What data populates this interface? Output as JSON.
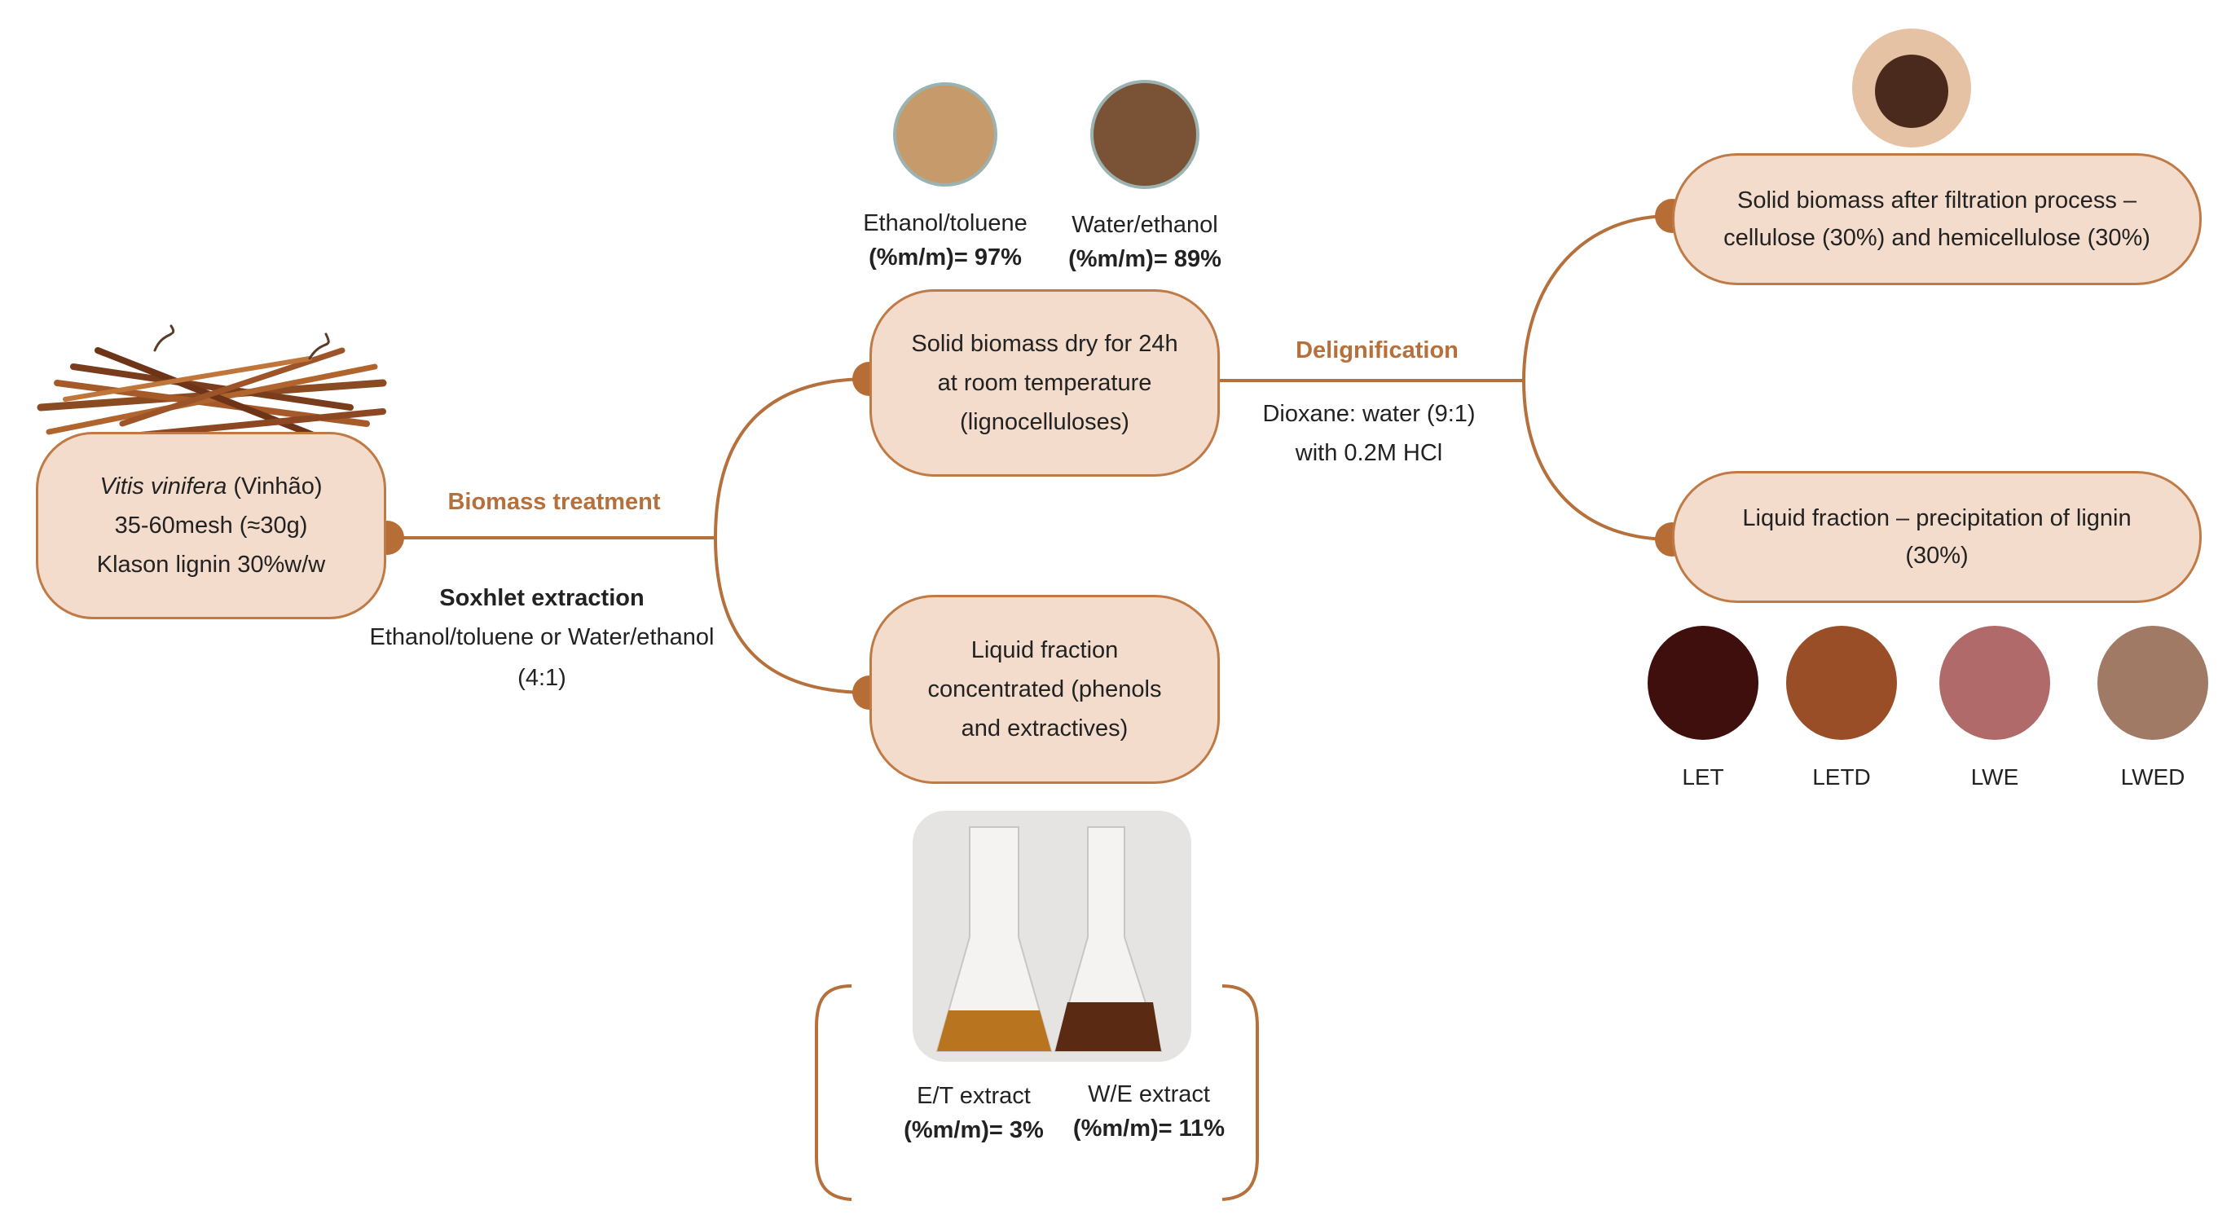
{
  "start": {
    "species": "Vitis vinifera",
    "variety": " (Vinhão)",
    "mesh": "35-60mesh (≈30g)",
    "lignin": "Klason lignin 30%w/w"
  },
  "step1": {
    "title": "Biomass treatment",
    "method": "Soxhlet extraction",
    "solvent_line1": "Ethanol/toluene or Water/ethanol",
    "solvent_line2": "(4:1)"
  },
  "solid_node": {
    "line1": "Solid biomass dry for 24h",
    "line2": "at room temperature",
    "line3": "(lignocelluloses)"
  },
  "liquid_node": {
    "line1": "Liquid fraction",
    "line2": "concentrated (phenols",
    "line3": "and extractives)"
  },
  "solid_yields": [
    {
      "name": "Ethanol/toluene",
      "value": "(%m/m)= 97%",
      "color": "#c79a6c"
    },
    {
      "name": "Water/ethanol",
      "value": "(%m/m)= 89%",
      "color": "#7a5236"
    }
  ],
  "extracts": [
    {
      "name": "E/T extract",
      "value": "(%m/m)= 3%",
      "color": "#b8741e"
    },
    {
      "name": "W/E extract",
      "value": "(%m/m)= 11%",
      "color": "#5a2a12"
    }
  ],
  "step2": {
    "title": "Delignification",
    "solvent_line1": "Dioxane: water (9:1)",
    "solvent_line2": "with 0.2M HCl"
  },
  "cellulose_node": {
    "line1": "Solid biomass after filtration process –",
    "line2": "cellulose (30%) and hemicellulose (30%)"
  },
  "lignin_node": {
    "line1": "Liquid fraction – precipitation of lignin",
    "line2": "(30%)"
  },
  "lignin_samples": [
    {
      "label": "LET",
      "color": "#3e0f0c"
    },
    {
      "label": "LETD",
      "color": "#9a4e27"
    },
    {
      "label": "LWE",
      "color": "#b06a6a"
    },
    {
      "label": "LWED",
      "color": "#a07a65"
    }
  ],
  "colors": {
    "accent": "#b5703c",
    "node_fill": "#f3dccb",
    "node_border": "#c07a46"
  }
}
